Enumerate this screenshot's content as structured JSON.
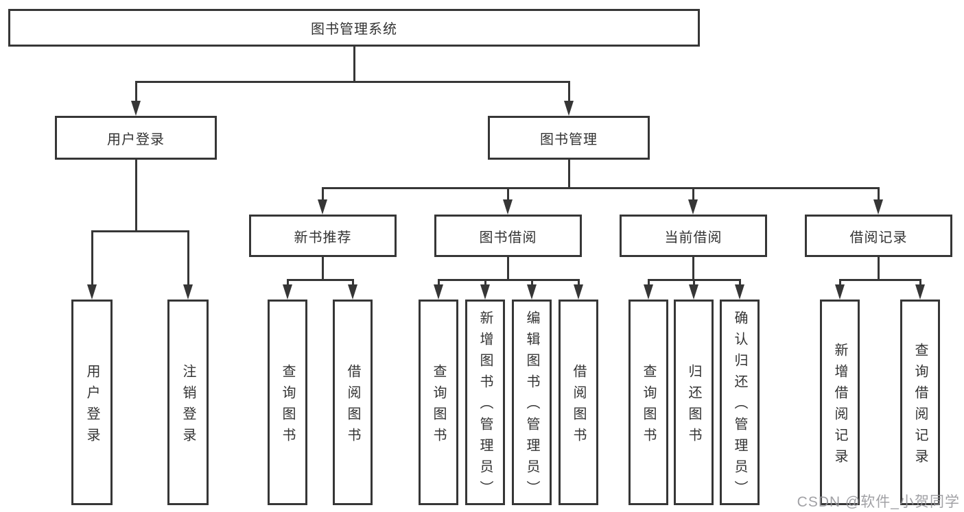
{
  "diagram": {
    "root": {
      "label": "图书管理系统"
    },
    "level2": [
      {
        "label": "用户登录"
      },
      {
        "label": "图书管理"
      }
    ],
    "level3": [
      {
        "label": "新书推荐"
      },
      {
        "label": "图书借阅"
      },
      {
        "label": "当前借阅"
      },
      {
        "label": "借阅记录"
      }
    ],
    "leaves": [
      {
        "label": "用户登录"
      },
      {
        "label": "注销登录"
      },
      {
        "label": "查询图书"
      },
      {
        "label": "借阅图书"
      },
      {
        "label": "查询图书"
      },
      {
        "label": "新增图书（管理员）"
      },
      {
        "label": "编辑图书（管理员）"
      },
      {
        "label": "借阅图书"
      },
      {
        "label": "查询图书"
      },
      {
        "label": "归还图书"
      },
      {
        "label": "确认归还（管理员）"
      },
      {
        "label": "新增借阅记录"
      },
      {
        "label": "查询借阅记录"
      }
    ]
  },
  "watermark": {
    "text": "CSDN @软件_小贺同学"
  },
  "colors": {
    "line": "#363636",
    "text": "#333333",
    "background": "#ffffff",
    "watermark": "#949499"
  }
}
